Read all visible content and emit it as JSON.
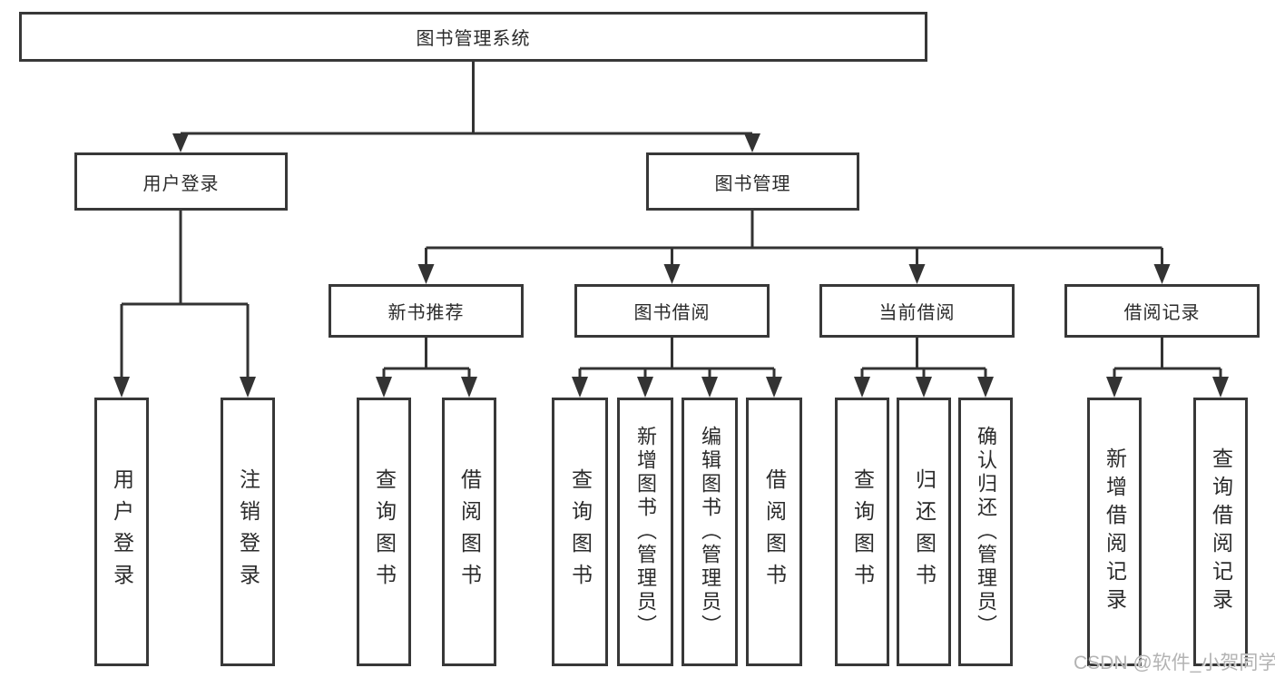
{
  "tree": {
    "root": {
      "label": "图书管理系统"
    },
    "branches": [
      {
        "label": "用户登录",
        "children": [
          {
            "label": "用户登录"
          },
          {
            "label": "注销登录"
          }
        ]
      },
      {
        "label": "图书管理",
        "children": [
          {
            "label": "新书推荐",
            "children": [
              {
                "label": "查询图书"
              },
              {
                "label": "借阅图书"
              }
            ]
          },
          {
            "label": "图书借阅",
            "children": [
              {
                "label": "查询图书"
              },
              {
                "label": "新增图书（管理员）"
              },
              {
                "label": "编辑图书（管理员）"
              },
              {
                "label": "借阅图书"
              }
            ]
          },
          {
            "label": "当前借阅",
            "children": [
              {
                "label": "查询图书"
              },
              {
                "label": "归还图书"
              },
              {
                "label": "确认归还（管理员）"
              }
            ]
          },
          {
            "label": "借阅记录",
            "children": [
              {
                "label": "新增借阅记录"
              },
              {
                "label": "查询借阅记录"
              }
            ]
          }
        ]
      }
    ]
  },
  "watermark": "CSDN @软件_小贺同学",
  "colors": {
    "line": "#333333",
    "box_border": "#383838",
    "text": "#2b2b2b",
    "watermark": "#b3b3b3",
    "background": "#ffffff"
  }
}
